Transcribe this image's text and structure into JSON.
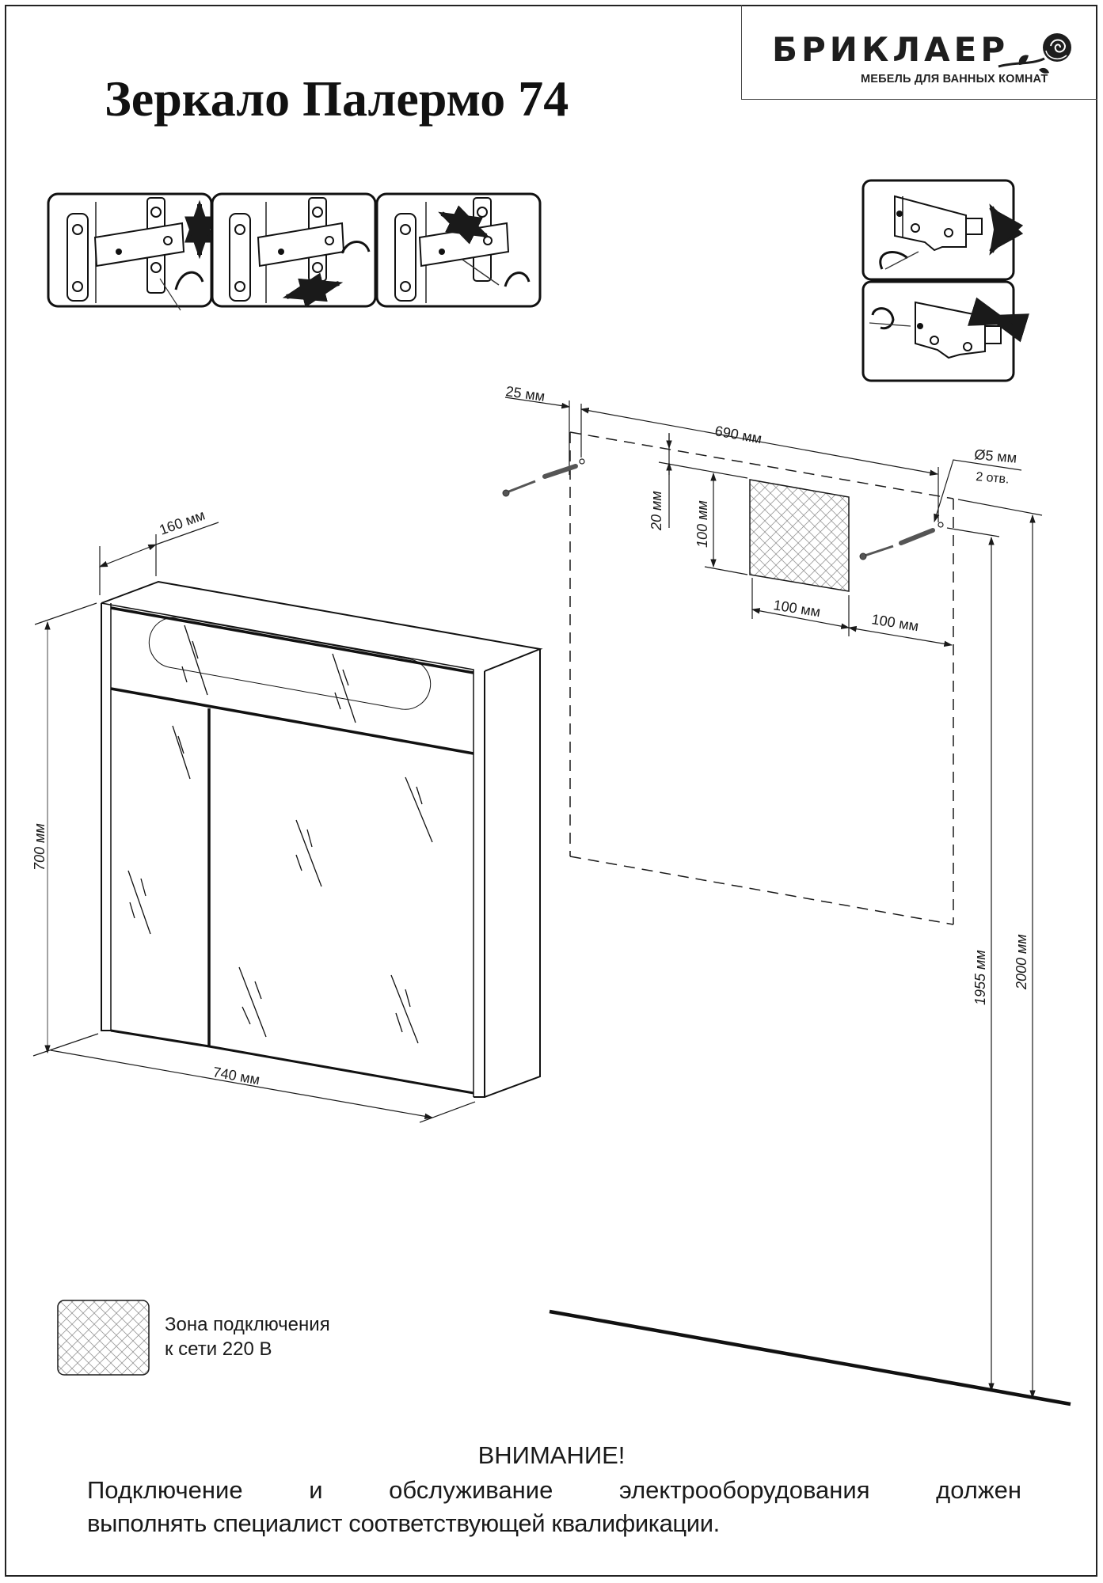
{
  "document": {
    "title": "Зеркало Палермо 74",
    "brand": {
      "name": "БРИКЛАЕР",
      "tagline": "МЕБЕЛЬ ДЛЯ ВАННЫХ КОМНАТ",
      "logo_icon": "rose-icon"
    }
  },
  "adjustment_panels": {
    "hinge_steps": [
      {
        "icon": "hinge-height-adjust-icon",
        "direction": "vertical"
      },
      {
        "icon": "hinge-lateral-adjust-icon",
        "direction": "horizontal"
      },
      {
        "icon": "hinge-depth-adjust-icon",
        "direction": "depth"
      }
    ],
    "hanger_steps": [
      {
        "icon": "hanger-vertical-adjust-icon",
        "direction": "vertical"
      },
      {
        "icon": "hanger-depth-adjust-icon",
        "direction": "depth"
      }
    ]
  },
  "dimensions": {
    "depth": "160 мм",
    "height": "700 мм",
    "width": "740 мм",
    "edge_offset": "25 мм",
    "hole_spacing": "690 мм",
    "hole_diameter": "Ø5 мм",
    "hole_count": "2 отв.",
    "zone_top_offset": "20 мм",
    "zone_height": "100 мм",
    "zone_width": "100 мм",
    "zone_side_offset": "100 мм",
    "hole_height_floor": "1955 мм",
    "top_height_floor": "2000 мм"
  },
  "legend": {
    "line1": "Зона подключения",
    "line2": "к сети 220 В",
    "swatch_icon": "crosshatch-zone-icon"
  },
  "warning": {
    "title": "ВНИМАНИЕ!",
    "line1": "Подключение и обслуживание электрооборудования должен",
    "line2": "выполнять специалист соответствующей квалификации."
  }
}
